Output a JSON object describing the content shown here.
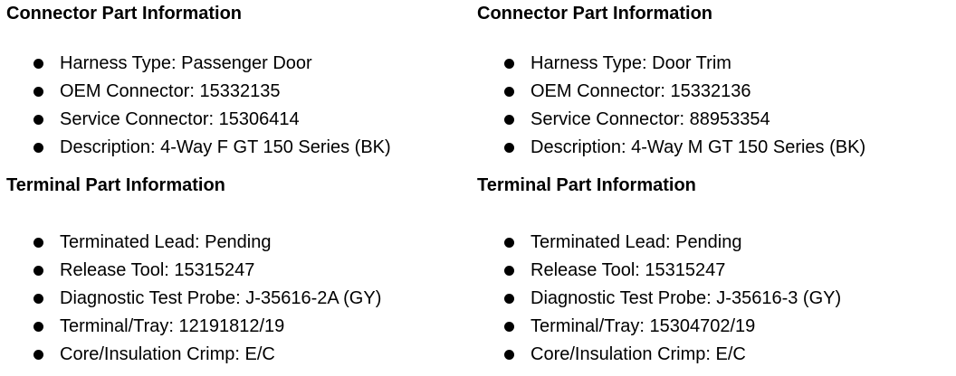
{
  "colors": {
    "background": "#ffffff",
    "text": "#000000",
    "bullet": "#000000"
  },
  "columns": [
    {
      "sections": [
        {
          "heading": "Connector Part Information",
          "items": [
            "Harness Type: Passenger Door",
            "OEM Connector: 15332135",
            "Service Connector: 15306414",
            "Description: 4-Way F GT 150 Series (BK)"
          ]
        },
        {
          "heading": "Terminal Part Information",
          "items": [
            "Terminated Lead: Pending",
            "Release Tool: 15315247",
            "Diagnostic Test Probe: J-35616-2A (GY)",
            "Terminal/Tray: 12191812/19",
            "Core/Insulation Crimp: E/C"
          ]
        }
      ]
    },
    {
      "sections": [
        {
          "heading": "Connector Part Information",
          "items": [
            "Harness Type: Door Trim",
            "OEM Connector: 15332136",
            "Service Connector: 88953354",
            "Description: 4-Way M GT 150 Series (BK)"
          ]
        },
        {
          "heading": "Terminal Part Information",
          "items": [
            "Terminated Lead: Pending",
            "Release Tool: 15315247",
            "Diagnostic Test Probe: J-35616-3 (GY)",
            "Terminal/Tray: 15304702/19",
            "Core/Insulation Crimp: E/C"
          ]
        }
      ]
    }
  ]
}
